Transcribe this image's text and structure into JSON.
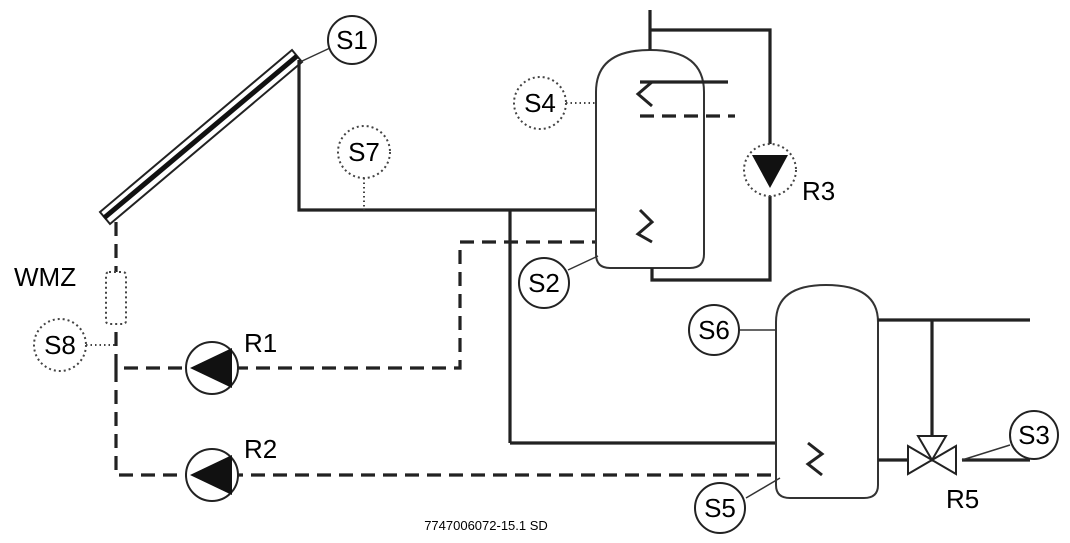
{
  "sensors": {
    "s1": "S1",
    "s2": "S2",
    "s3": "S3",
    "s4": "S4",
    "s5": "S5",
    "s6": "S6",
    "s7": "S7",
    "s8": "S8"
  },
  "relays": {
    "r1": "R1",
    "r2": "R2",
    "r3": "R3",
    "r5": "R5"
  },
  "meter": {
    "wmz": "WMZ"
  },
  "footer": {
    "code": "7747006072-15.1 SD"
  }
}
